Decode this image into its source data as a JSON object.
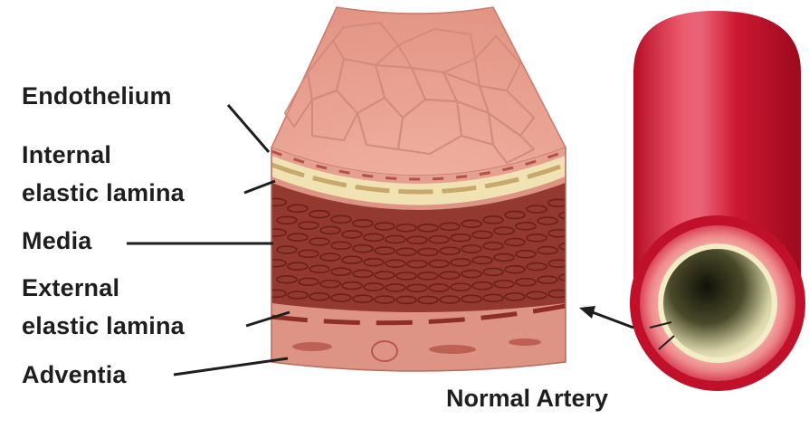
{
  "labels": {
    "endothelium": "Endothelium",
    "internal_line1": "Internal",
    "internal_line2": "elastic lamina",
    "media": "Media",
    "external_line1": "External",
    "external_line2": "elastic lamina",
    "adventia": "Adventia"
  },
  "caption": "Normal Artery",
  "colors": {
    "endothelium": "#e8a394",
    "cell_outline": "#cf8577",
    "internal_lamina": "#f0e2b4",
    "media": "#9a3f34",
    "adventitia": "#dc9282",
    "vessel_red": "#c8102e",
    "vessel_pink": "#f29a99",
    "lumen": "#f2edcc"
  }
}
